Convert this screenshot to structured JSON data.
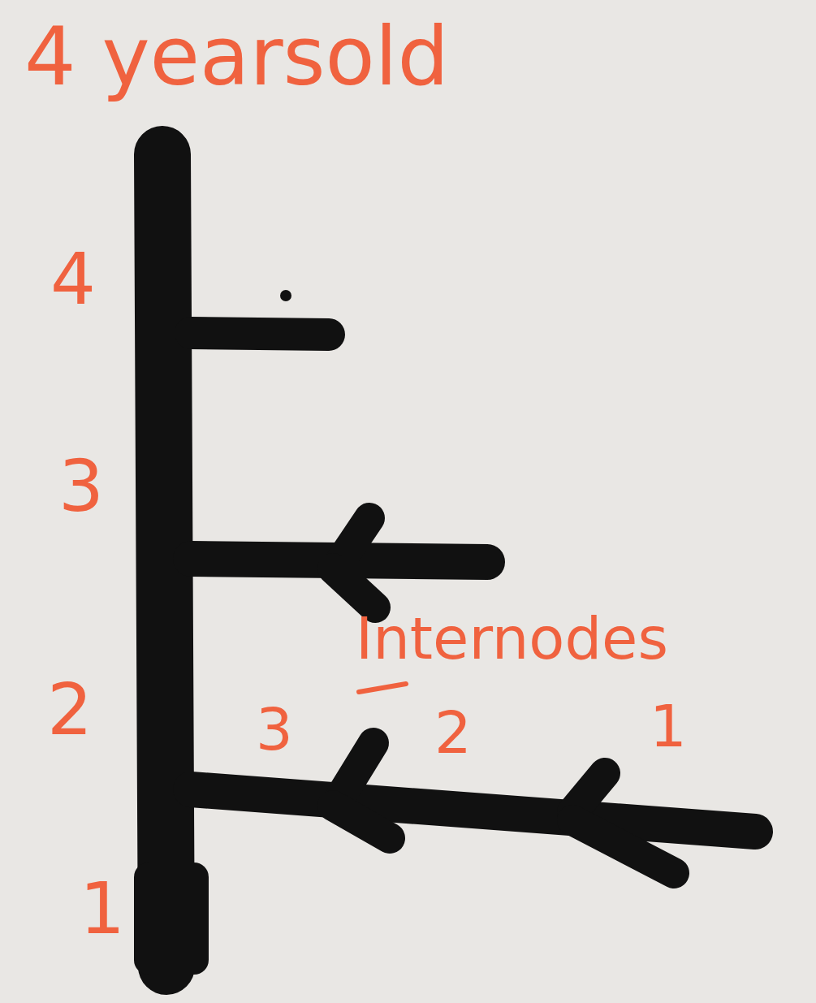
{
  "diagram": {
    "title": "4 yearsold",
    "labels": [
      "4",
      "3",
      "2",
      "1",
      "Internodes",
      "3",
      "2",
      "1"
    ]
  }
}
